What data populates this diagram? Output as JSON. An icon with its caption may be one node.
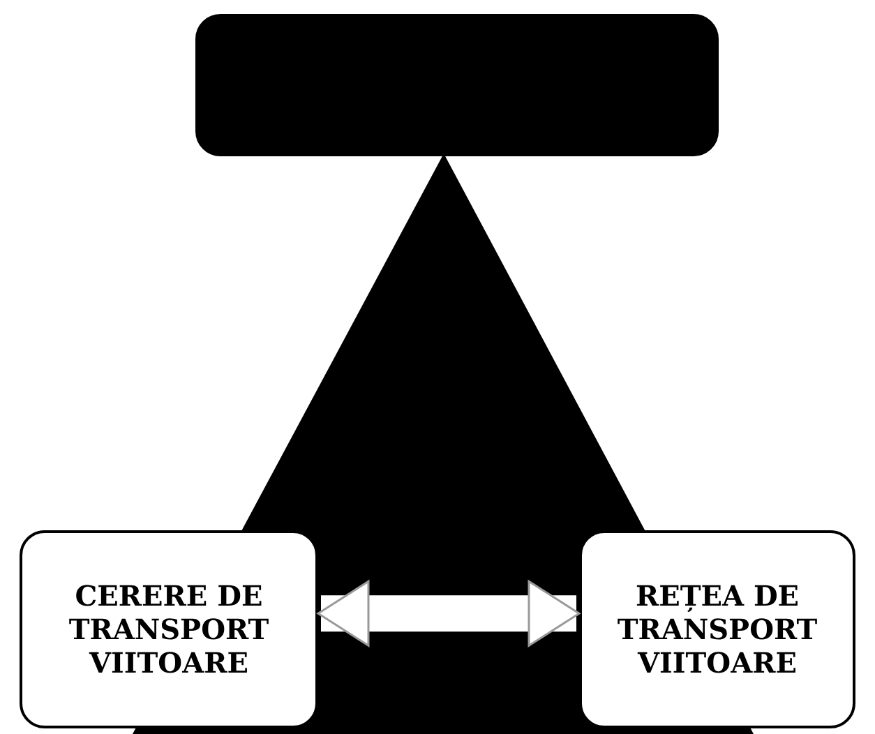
{
  "diagram": {
    "nodes": [
      {
        "text": [],
        "shape": "box"
      },
      {
        "text": [
          "CERERE DE TRANSPORT VIITOARE"
        ]
      },
      {
        "text": [
          "REȚEA DE TRANSPORT VIITOARE"
        ]
      }
    ],
    "edges": [
      {
        "from": 1,
        "to": 2,
        "arrow": "both"
      }
    ]
  }
}
